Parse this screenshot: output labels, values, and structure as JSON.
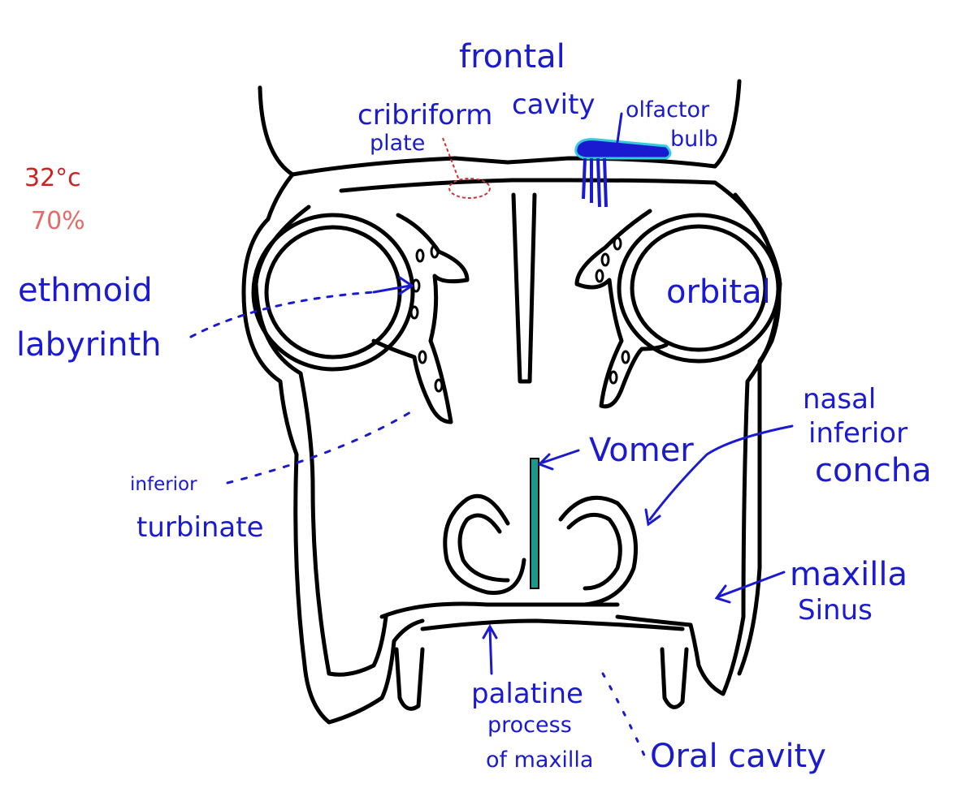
{
  "readings": {
    "temperature": "32°c",
    "humidity": "70%"
  },
  "labels": {
    "frontal": "frontal",
    "cavity": "cavity",
    "cribriform": "cribriform",
    "plate": "plate",
    "olfactor": "olfactor",
    "bulb": "bulb",
    "ethmoid": "ethmoid",
    "labyrinth": "labyrinth",
    "orbital": "orbital",
    "nasal": "nasal",
    "inferior_concha_1": "inferior",
    "concha": "concha",
    "vomer": "Vomer",
    "inferior_turb": "inferior",
    "turbinate": "turbinate",
    "maxilla": "maxilla",
    "sinus": "Sinus",
    "palatine": "palatine",
    "process": "process",
    "of_maxilla": "of maxilla",
    "oral_cavity": "Oral cavity"
  },
  "colors": {
    "ink": "#000000",
    "label": "#1a1ad0",
    "temperature": "#cc2222",
    "humidity": "#e46a6a",
    "vomer_fill": "#1a9a8a",
    "bulb_highlight": "#33ccdd",
    "cribriform_mark": "#d83030"
  }
}
